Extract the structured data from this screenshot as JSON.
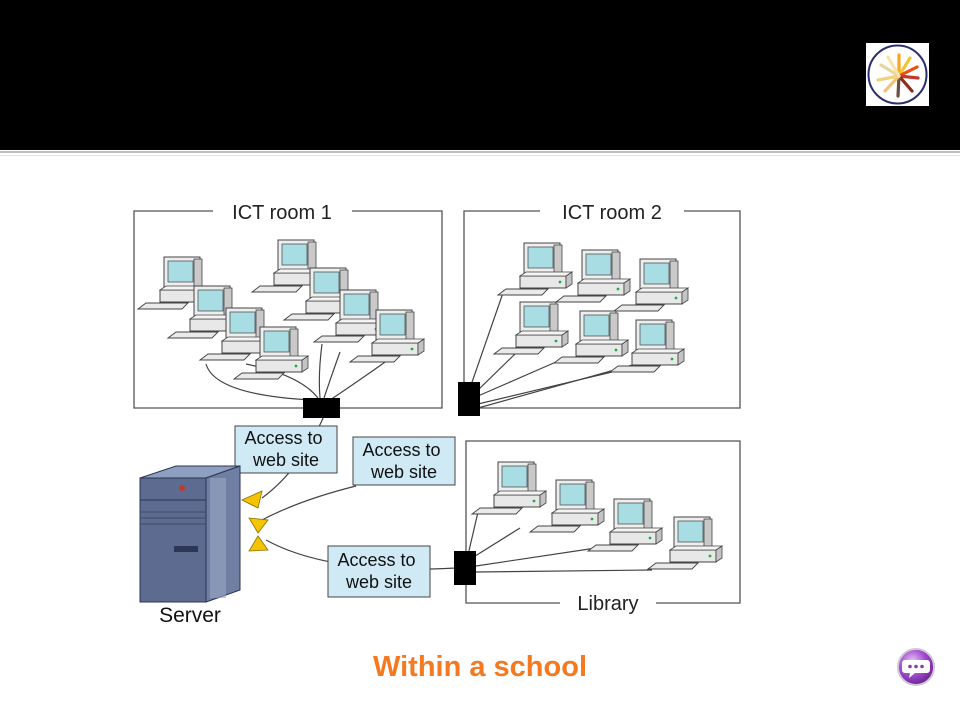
{
  "slide": {
    "caption": "Within a school",
    "accent_color": "#f47920"
  },
  "diagram": {
    "rooms": [
      {
        "id": "ict1",
        "label": "ICT room 1",
        "computers": 8
      },
      {
        "id": "ict2",
        "label": "ICT room 2",
        "computers": 6
      },
      {
        "id": "library",
        "label": "Library",
        "computers": 4
      }
    ],
    "server_label": "Server",
    "access_labels": [
      "Access to\nweb site",
      "Access to\nweb site",
      "Access to\nweb site"
    ]
  },
  "icons": {
    "logo": "rainbow-sun-logo-icon",
    "nav": "speech-bubble-next-icon"
  }
}
